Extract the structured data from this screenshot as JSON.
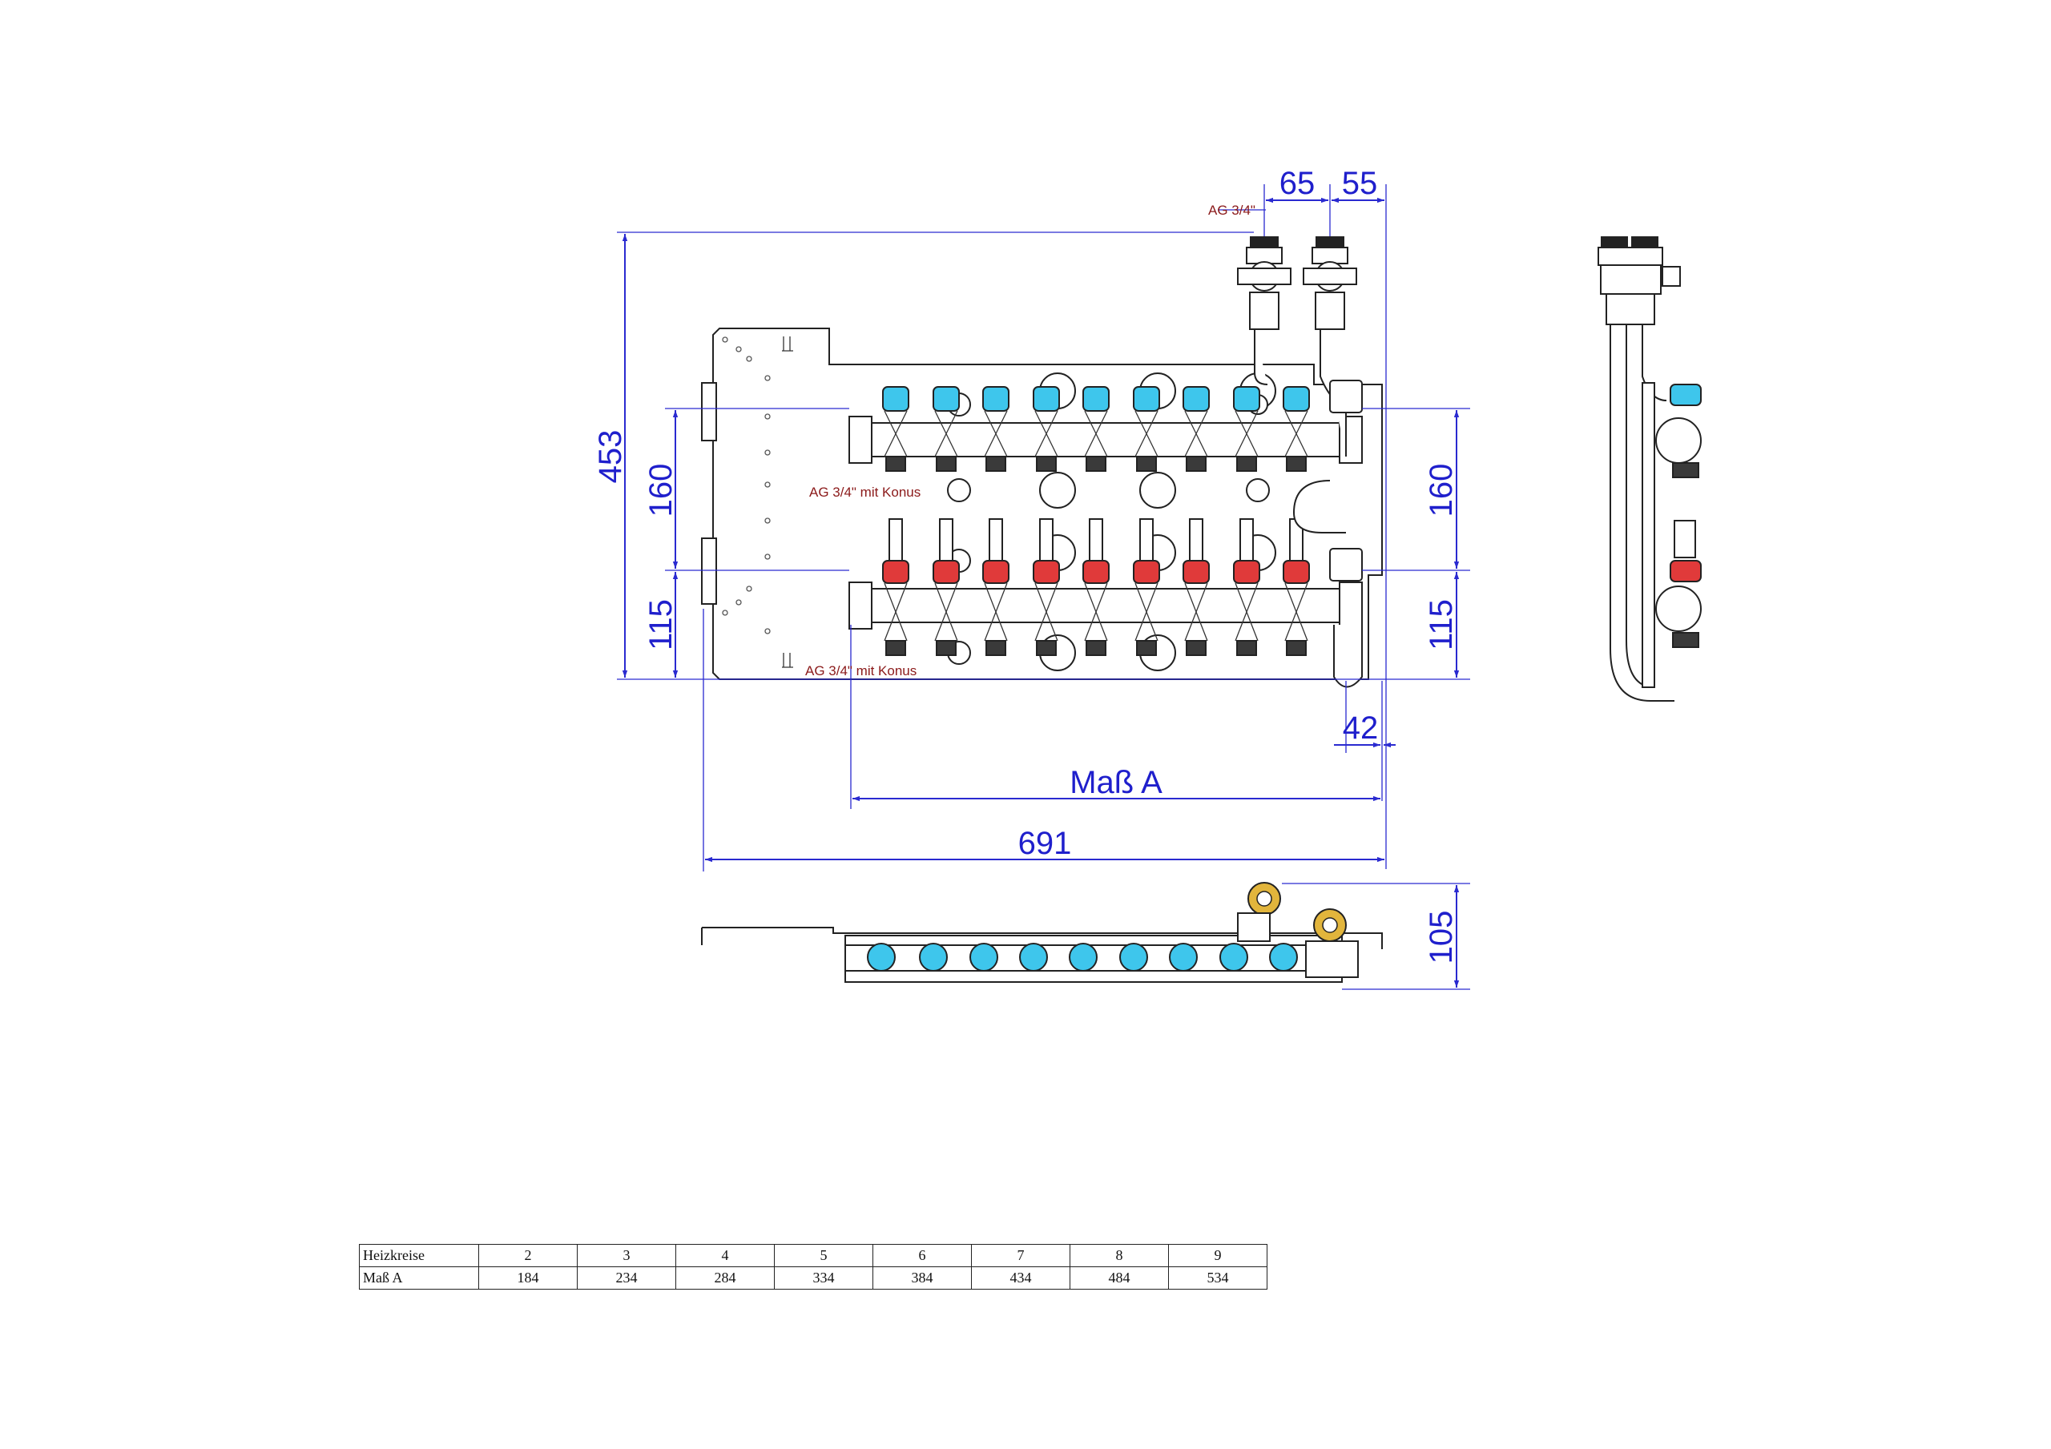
{
  "dimensions": {
    "overall_height": "453",
    "left_upper": "160",
    "left_lower": "115",
    "right_upper": "160",
    "right_lower": "115",
    "top_left": "65",
    "top_right": "55",
    "offset": "42",
    "mass_a": "Maß A",
    "overall_width": "691",
    "depth": "105"
  },
  "notes": {
    "connection_top": "AG 3/4\"",
    "connection_middle": "AG 3/4\" mit Konus",
    "connection_bottom": "AG 3/4\" mit Konus"
  },
  "colors": {
    "dimension": "#1f1fcc",
    "note": "#8b1a1a",
    "flow_cap": "#3ec6ec",
    "return_cap": "#e03a3a",
    "brass": "#e2b53c"
  },
  "table": {
    "header_label": "Heizkreise",
    "row_label": "Maß A",
    "heizkreise": [
      "2",
      "3",
      "4",
      "5",
      "6",
      "7",
      "8",
      "9"
    ],
    "mass_a": [
      "184",
      "234",
      "284",
      "334",
      "384",
      "434",
      "484",
      "534"
    ]
  }
}
